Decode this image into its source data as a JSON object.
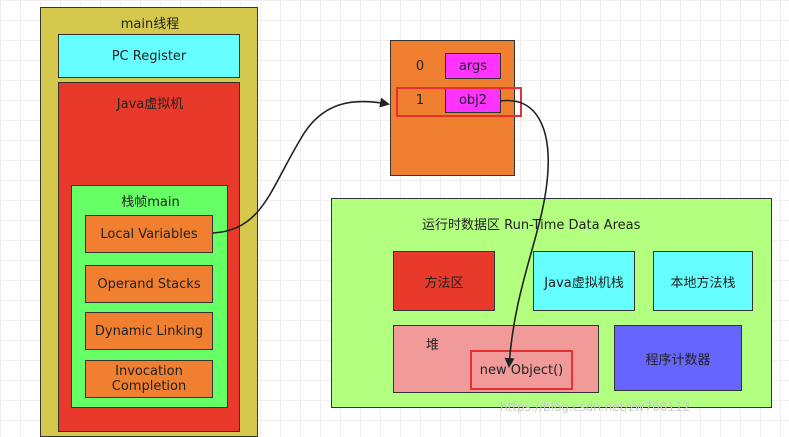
{
  "thread": {
    "title": "main线程"
  },
  "pc_register": {
    "label": "PC Register"
  },
  "jvm": {
    "title": "Java虚拟机"
  },
  "stack_frame": {
    "title": "栈帧main",
    "items": [
      "Local Variables",
      "Operand Stacks",
      "Dynamic Linking"
    ],
    "invocation": [
      "Invocation",
      "Completion"
    ]
  },
  "local_var_table": {
    "rows": [
      {
        "index": "0",
        "value": "args"
      },
      {
        "index": "1",
        "value": "obj2"
      }
    ]
  },
  "runtime_data_areas": {
    "title": "运行时数据区 Run-Time Data Areas",
    "method_area": "方法区",
    "jvm_stack": "Java虚拟机栈",
    "native_stack": "本地方法栈",
    "heap": "堆",
    "heap_object": "new Object()",
    "pc_counter": "程序计数器"
  },
  "watermark": "https://blog.csdn.net/zw700112",
  "colors": {
    "thread": "#d4c94c",
    "pc_register": "#66ffff",
    "jvm": "#e8392a",
    "stack_frame": "#66ff66",
    "frame_item": "#f08030",
    "slot": "#ff33ff",
    "runtime_area": "#b3ff80",
    "heap": "#f09a9a",
    "pc_counter": "#6666ff",
    "highlight": "#e83030"
  }
}
